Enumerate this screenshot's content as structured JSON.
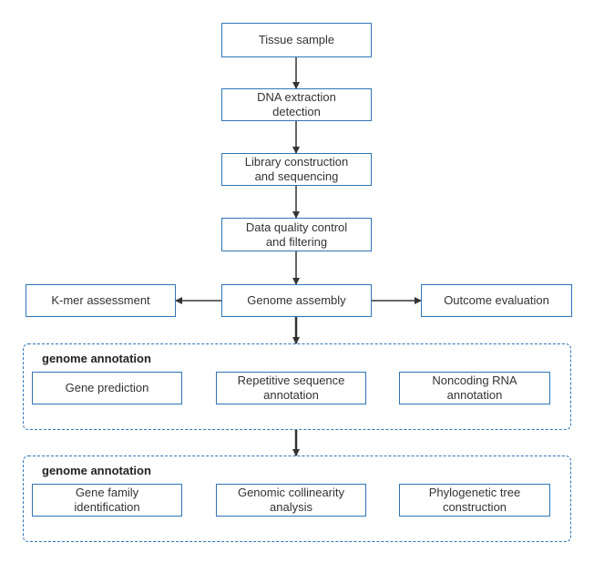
{
  "colors": {
    "box_border": "#2e75b6",
    "arrow": "#333333",
    "text": "#333333"
  },
  "nodes": {
    "tissue": "Tissue sample",
    "dna": "DNA extraction\ndetection",
    "library": "Library construction\nand sequencing",
    "qc": "Data quality control\nand filtering",
    "kmer": "K-mer assessment",
    "assembly": "Genome assembly",
    "outcome": "Outcome evaluation"
  },
  "groups": [
    {
      "title": "genome annotation",
      "items": [
        "Gene prediction",
        "Repetitive sequence\nannotation",
        "Noncoding RNA\nannotation"
      ]
    },
    {
      "title": "genome annotation",
      "items": [
        "Gene family\nidentification",
        "Genomic collinearity\nanalysis",
        "Phylogenetic tree\nconstruction"
      ]
    }
  ]
}
